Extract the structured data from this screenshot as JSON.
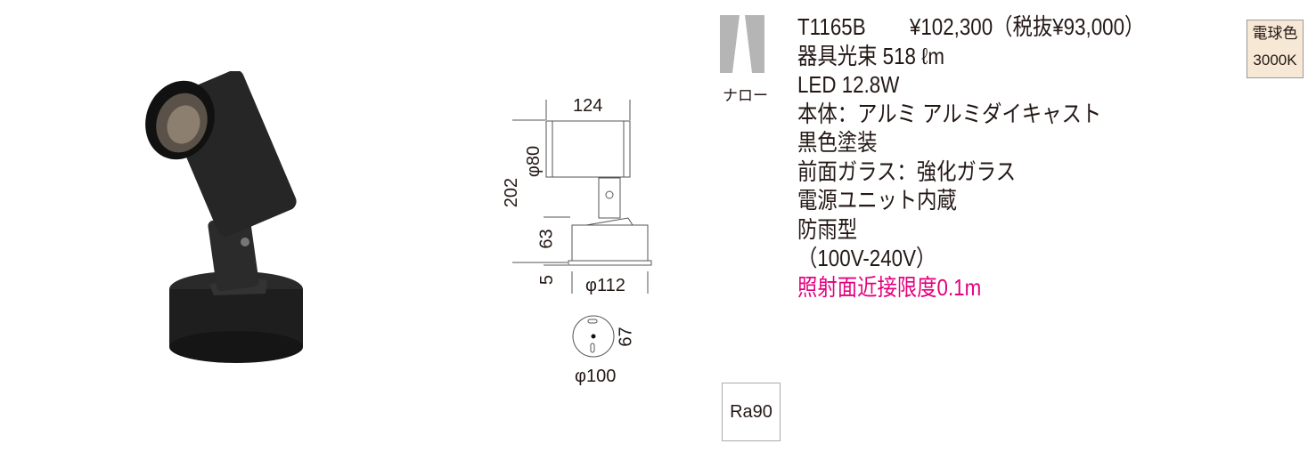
{
  "product": {
    "model": "T1165B",
    "price": "¥102,300",
    "price_ex_tax": "（税抜¥93,000）"
  },
  "beam": {
    "label": "ナロー",
    "icon": "narrow-beam-icon"
  },
  "color_badge": {
    "line1": "電球色",
    "line2": "3000K",
    "bg": "#f7e8d6"
  },
  "specs": [
    "器具光束 518 ℓm",
    "LED 12.8W",
    "本体：アルミ アルミダイキャスト",
    "黒色塗装",
    "前面ガラス：強化ガラス",
    "電源ユニット内蔵",
    "防雨型",
    "（100V-240V）"
  ],
  "note": {
    "text": "照射面近接限度0.1m",
    "color": "#e4007f"
  },
  "ra_badge": "Ra90",
  "dimensions": {
    "width": "124",
    "head_dia": "φ80",
    "height": "202",
    "base_height": "63",
    "plate": "5",
    "base_dia": "φ112",
    "mount_pitch": "67",
    "mount_dia": "φ100"
  }
}
